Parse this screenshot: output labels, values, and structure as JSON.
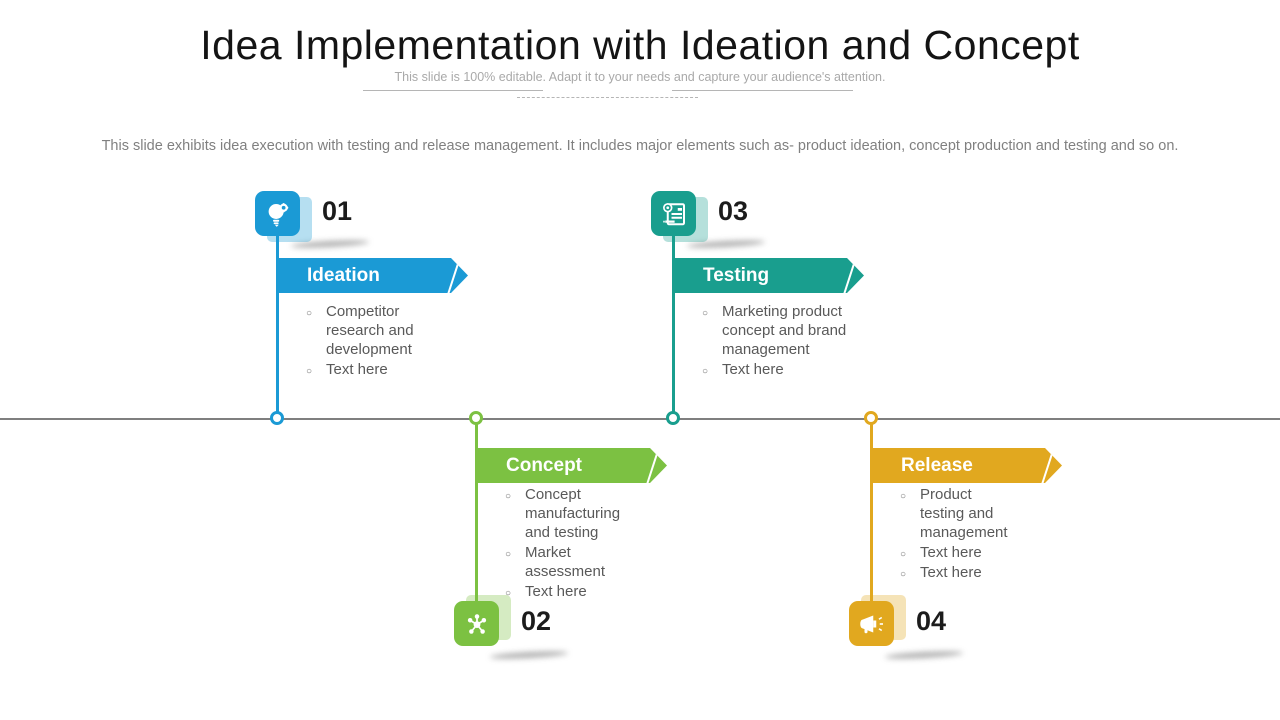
{
  "slide": {
    "title": "Idea Implementation with Ideation and Concept",
    "subtitle": "This slide is 100% editable. Adapt it to your needs and capture your audience's attention.",
    "description": "This slide exhibits idea execution with testing and release management. It includes major elements such as- product ideation,  concept production and testing and so on."
  },
  "timeline_color": "#7f7f7f",
  "steps": [
    {
      "number": "01",
      "label": "Ideation",
      "color": "#1b9ad5",
      "icon": "bulb-gear-icon",
      "bullets": [
        "Competitor research and development",
        "Text here"
      ]
    },
    {
      "number": "02",
      "label": "Concept",
      "color": "#7cc142",
      "icon": "network-icon",
      "bullets": [
        "Concept manufacturing and testing",
        "Market assessment",
        "Text here"
      ]
    },
    {
      "number": "03",
      "label": "Testing",
      "color": "#199e8e",
      "icon": "report-gear-icon",
      "bullets": [
        "Marketing product concept and brand management",
        "Text here"
      ]
    },
    {
      "number": "04",
      "label": "Release",
      "color": "#e1a81f",
      "icon": "megaphone-icon",
      "bullets": [
        "Product testing and management",
        "Text here",
        "Text here"
      ]
    }
  ]
}
